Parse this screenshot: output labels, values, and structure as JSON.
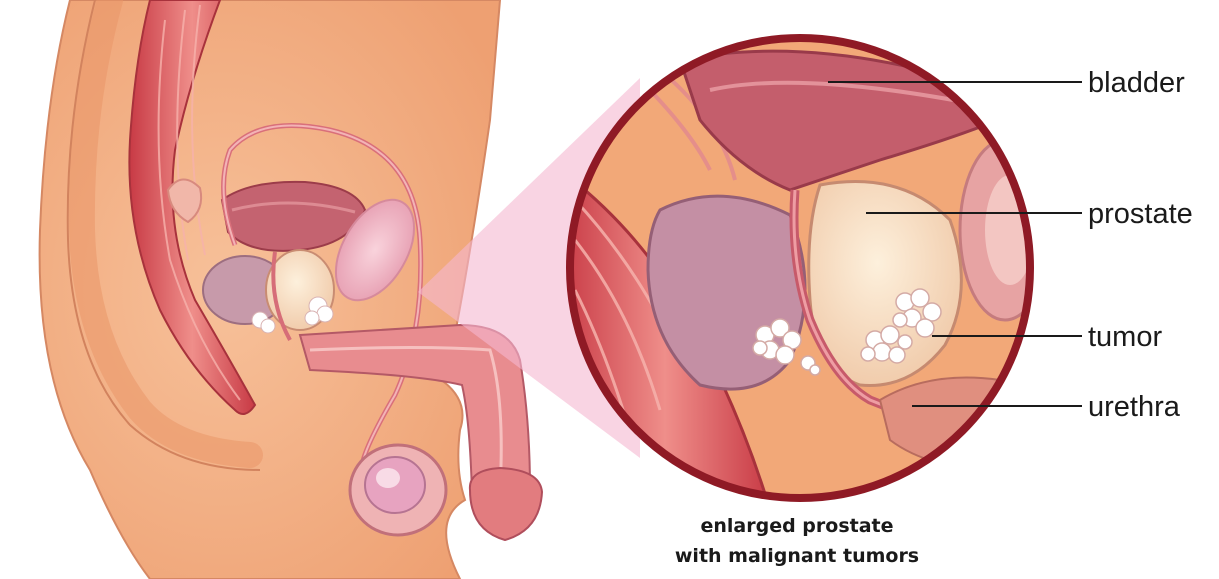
{
  "labels": {
    "bladder": "bladder",
    "prostate": "prostate",
    "tumor": "tumor",
    "urethra": "urethra"
  },
  "caption": {
    "line1": "enlarged prostate",
    "line2": "with malignant tumors"
  },
  "colors": {
    "skin": "#f1a878",
    "skin_light": "#f7c9a2",
    "outline": "#c67a59",
    "muscle": "#d9525a",
    "bladder": "#b8505b",
    "prostate": "#f7dfc0",
    "tumor": "#ffffff",
    "lens_border": "#8f1a25",
    "lens_beam": "#f5b8d0"
  }
}
